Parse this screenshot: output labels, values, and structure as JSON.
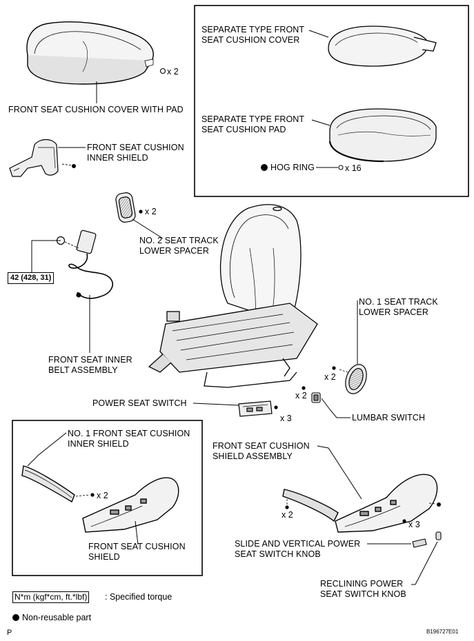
{
  "labels": {
    "cushion_cover_with_pad": "FRONT SEAT CUSHION COVER WITH PAD",
    "inner_shield_l1": "FRONT SEAT CUSHION",
    "inner_shield_l2": "INNER SHIELD",
    "sep_cover_l1": "SEPARATE TYPE FRONT",
    "sep_cover_l2": "SEAT CUSHION COVER",
    "sep_pad_l1": "SEPARATE TYPE FRONT",
    "sep_pad_l2": "SEAT CUSHION PAD",
    "hog_ring": "HOG RING",
    "no2_track_l1": "NO. 2 SEAT TRACK",
    "no2_track_l2": "LOWER SPACER",
    "inner_belt_l1": "FRONT SEAT INNER",
    "inner_belt_l2": "BELT ASSEMBLY",
    "no1_track_l1": "NO. 1 SEAT TRACK",
    "no1_track_l2": "LOWER SPACER",
    "power_seat_switch": "POWER SEAT SWITCH",
    "lumbar_switch": "LUMBAR SWITCH",
    "no1_inner_shield_l1": "NO. 1 FRONT SEAT CUSHION",
    "no1_inner_shield_l2": "INNER SHIELD",
    "cushion_shield_l1": "FRONT SEAT CUSHION",
    "cushion_shield_l2": "SHIELD",
    "shield_assembly_l1": "FRONT SEAT CUSHION",
    "shield_assembly_l2": "SHIELD ASSEMBLY",
    "slide_knob_l1": "SLIDE AND VERTICAL POWER",
    "slide_knob_l2": "SEAT SWITCH KNOB",
    "reclining_knob_l1": "RECLINING POWER",
    "reclining_knob_l2": "SEAT SWITCH KNOB"
  },
  "quantities": {
    "cover_clips": "x 2",
    "hog_ring_count": "x 16",
    "no2_track_screws": "x 2",
    "no1_track_screws": "x 2",
    "lumbar_screws": "x 2",
    "power_switch_screws": "x 3",
    "no1_inner_shield_screws": "x 2",
    "shield_assy_screws_left": "x 2",
    "shield_assy_screws_right": "x 3"
  },
  "torque": "42 (428, 31)",
  "legend": {
    "spec_box": "N*m (kgf*cm, ft.*lbf)",
    "spec_text": ": Specified torque",
    "non_reusable": "Non-reusable part"
  },
  "corner": {
    "left": "P",
    "right": "B196727E01"
  }
}
